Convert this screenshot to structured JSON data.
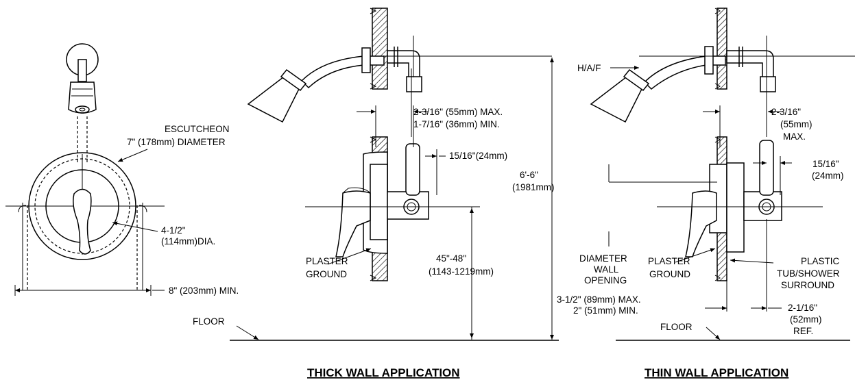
{
  "labels": {
    "escutcheon_line1": "ESCUTCHEON",
    "escutcheon_line2": "7\" (178mm) DIAMETER",
    "handle_dia_line1": "4-1/2\"",
    "handle_dia_line2": "(114mm)DIA.",
    "wall_opening_min": "8\" (203mm) MIN.",
    "floor_left": "FLOOR",
    "thick_plaster_line1": "PLASTER",
    "thick_plaster_line2": "GROUND",
    "thick_arm_max": "2-3/16\" (55mm) MAX.",
    "thick_arm_min": "1-7/16\" (36mm) MIN.",
    "thick_valve_depth": "15/16\"(24mm)",
    "valve_height_line1": "45\"-48\"",
    "valve_height_line2": "(1143-1219mm)",
    "shower_height_line1": "6'-6\"",
    "shower_height_line2": "(1981mm)",
    "haf": "H/A/F",
    "thin_arm_line1": "2-3/16\"",
    "thin_arm_line2": "(55mm)",
    "thin_arm_line3": "MAX.",
    "thin_valve_depth_line1": "15/16\"",
    "thin_valve_depth_line2": "(24mm)",
    "diameter_line1": "DIAMETER",
    "diameter_line2": "WALL",
    "diameter_line3": "OPENING",
    "thin_plaster_line1": "PLASTER",
    "thin_plaster_line2": "GROUND",
    "plastic_line1": "PLASTIC",
    "plastic_line2": "TUB/SHOWER",
    "plastic_line3": "SURROUND",
    "thin_depth_max": "3-1/2\" (89mm) MAX.",
    "thin_depth_min": "2\" (51mm) MIN.",
    "thin_ref_line1": "2-1/16\"",
    "thin_ref_line2": "(52mm)",
    "thin_ref_line3": "REF.",
    "floor_right": "FLOOR"
  },
  "titles": {
    "thick": "THICK WALL APPLICATION",
    "thin": "THIN WALL APPLICATION"
  }
}
